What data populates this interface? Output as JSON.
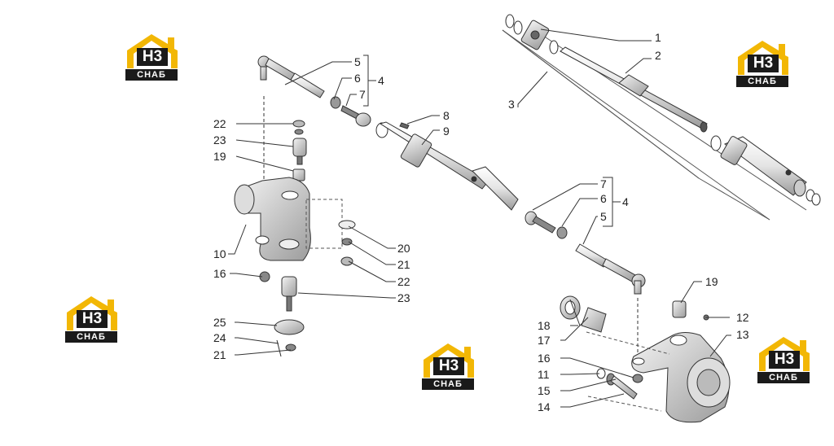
{
  "diagram": {
    "callouts": [
      {
        "id": "c1",
        "label": "1"
      },
      {
        "id": "c2",
        "label": "2"
      },
      {
        "id": "c3",
        "label": "3"
      },
      {
        "id": "c4a",
        "label": "4"
      },
      {
        "id": "c5a",
        "label": "5"
      },
      {
        "id": "c6a",
        "label": "6"
      },
      {
        "id": "c7a",
        "label": "7"
      },
      {
        "id": "c8",
        "label": "8"
      },
      {
        "id": "c9",
        "label": "9"
      },
      {
        "id": "c7b",
        "label": "7"
      },
      {
        "id": "c6b",
        "label": "6"
      },
      {
        "id": "c4b",
        "label": "4"
      },
      {
        "id": "c5b",
        "label": "5"
      },
      {
        "id": "c22a",
        "label": "22"
      },
      {
        "id": "c23a",
        "label": "23"
      },
      {
        "id": "c19a",
        "label": "19"
      },
      {
        "id": "c10",
        "label": "10"
      },
      {
        "id": "c16a",
        "label": "16"
      },
      {
        "id": "c20",
        "label": "20"
      },
      {
        "id": "c21a",
        "label": "21"
      },
      {
        "id": "c22b",
        "label": "22"
      },
      {
        "id": "c23b",
        "label": "23"
      },
      {
        "id": "c25",
        "label": "25"
      },
      {
        "id": "c24",
        "label": "24"
      },
      {
        "id": "c21b",
        "label": "21"
      },
      {
        "id": "c19b",
        "label": "19"
      },
      {
        "id": "c18",
        "label": "18"
      },
      {
        "id": "c12",
        "label": "12"
      },
      {
        "id": "c13",
        "label": "13"
      },
      {
        "id": "c17",
        "label": "17"
      },
      {
        "id": "c16b",
        "label": "16"
      },
      {
        "id": "c11",
        "label": "11"
      },
      {
        "id": "c15",
        "label": "15"
      },
      {
        "id": "c14",
        "label": "14"
      }
    ]
  },
  "watermark": {
    "text": "H3",
    "subtext": "CHAБ",
    "roof_color": "#f2b705",
    "dark_color": "#1a1a1a"
  }
}
